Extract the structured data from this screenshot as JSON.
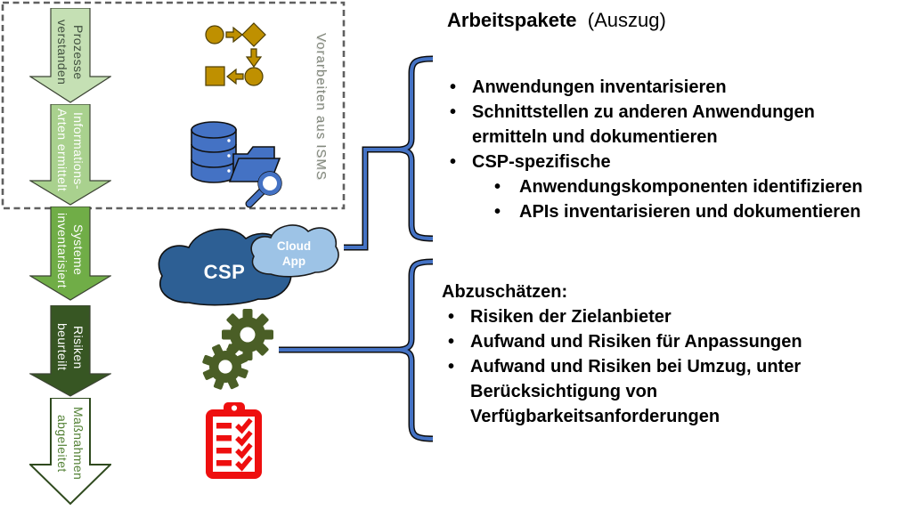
{
  "pre_work": {
    "label": "Vorarbeiten aus ISMS"
  },
  "arrows": [
    {
      "label": "Prozesse verstanden",
      "lines": [
        "Prozesse",
        "verstanden"
      ],
      "fill": "#c5e0b4"
    },
    {
      "label": "Informations-Arten ermittelt",
      "lines": [
        "Informations-",
        "Arten ermittelt"
      ],
      "fill": "#a9d18e"
    },
    {
      "label": "Systeme inventarisiert",
      "lines": [
        "Systeme",
        "inventarisiert"
      ],
      "fill": "#70ad47"
    },
    {
      "label": "Risiken beurteilt",
      "lines": [
        "Risiken",
        "beurteilt"
      ],
      "fill": "#375623"
    },
    {
      "label": "Maßnahmen abgeleitet",
      "lines": [
        "Maßnahmen",
        "abgeleitet"
      ],
      "fill": "#ffffff"
    }
  ],
  "cloud": {
    "csp_label": "CSP",
    "app_lines": [
      "Cloud",
      "App"
    ]
  },
  "icons": {
    "flowchart": "process-flowchart-icon",
    "database_search": "database-folder-search-icon",
    "cloud": "csp-cloud-icon",
    "gears": "gears-icon",
    "checklist": "checklist-clipboard-icon"
  },
  "work_packages": {
    "title_bold": "Arbeitspakete",
    "title_normal": "(Auszug)",
    "items": [
      {
        "lines": [
          "Anwendungen inventarisieren"
        ]
      },
      {
        "lines": [
          "Schnittstellen zu anderen Anwendungen",
          "ermitteln und dokumentieren"
        ]
      },
      {
        "lines": [
          "CSP-spezifische"
        ]
      }
    ],
    "sub_items": [
      {
        "lines": [
          "Anwendungskomponenten identifizieren"
        ]
      },
      {
        "lines": [
          "APIs inventarisieren und dokumentieren"
        ]
      }
    ]
  },
  "estimates": {
    "title": "Abzuschätzen:",
    "items": [
      {
        "lines": [
          "Risiken der Zielanbieter"
        ]
      },
      {
        "lines": [
          "Aufwand und Risiken für Anpassungen"
        ]
      },
      {
        "lines": [
          "Aufwand und Risiken bei Umzug, unter",
          "Berücksichtigung von",
          "Verfügbarkeitsanforderungen"
        ]
      }
    ]
  },
  "colors": {
    "arrow_light_green": "#c5e0b4",
    "arrow_mid_green": "#a9d18e",
    "arrow_green": "#70ad47",
    "arrow_dark_green": "#375623",
    "arrow_outline_green": "#538135",
    "brace_blue": "#4472c4",
    "database_blue": "#4472c4",
    "cloud_dark_blue": "#2d5f94",
    "cloud_light_blue": "#9dc3e6",
    "flowchart_gold": "#bf9000",
    "gear_olive": "#4a5e26",
    "clipboard_red": "#ee0f0f",
    "dashed_border_gray": "#606060"
  }
}
